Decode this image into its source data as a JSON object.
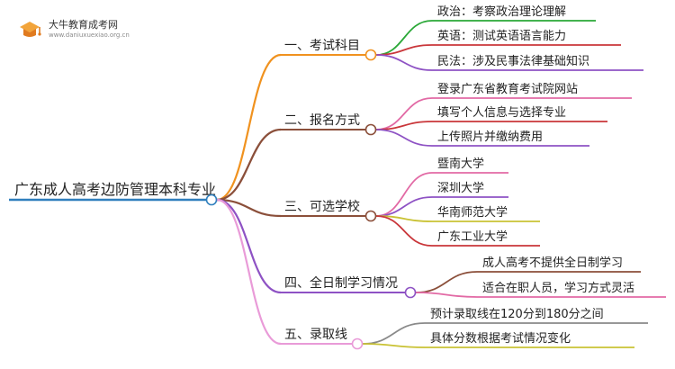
{
  "logo": {
    "title": "大牛教育成考网",
    "url": "www.daniuxuexiao.org.cn"
  },
  "root": {
    "label": "广东成人高考边防管理本科专业",
    "color": "#2f7fbd"
  },
  "branches": [
    {
      "label": "一、考试科目",
      "color": "#f0921f",
      "children": [
        {
          "label": "政治：考察政治理论理解",
          "color": "#2aa837"
        },
        {
          "label": "英语：测试英语语言能力",
          "color": "#c9363a"
        },
        {
          "label": "民法：涉及民事法律基础知识",
          "color": "#8e52c4"
        }
      ]
    },
    {
      "label": "二、报名方式",
      "color": "#8b4f3a",
      "children": [
        {
          "label": "登录广东省教育考试院网站",
          "color": "#e26aa5"
        },
        {
          "label": "填写个人信息与选择专业",
          "color": "#c9363a"
        },
        {
          "label": "上传照片并缴纳费用",
          "color": "#8e52c4"
        }
      ]
    },
    {
      "label": "三、可选学校",
      "color": "#8b4f3a",
      "children": [
        {
          "label": "暨南大学",
          "color": "#e26aa5"
        },
        {
          "label": "深圳大学",
          "color": "#8e52c4"
        },
        {
          "label": "华南师范大学",
          "color": "#c9c234"
        },
        {
          "label": "广东工业大学",
          "color": "#c9363a"
        }
      ]
    },
    {
      "label": "四、全日制学习情况",
      "color": "#8e52c4",
      "children": [
        {
          "label": "成人高考不提供全日制学习",
          "color": "#8b4f3a"
        },
        {
          "label": "适合在职人员，学习方式灵活",
          "color": "#e26aa5"
        }
      ]
    },
    {
      "label": "五、录取线",
      "color": "#e99bd8",
      "children": [
        {
          "label": "预计录取线在120分到180分之间",
          "color": "#8a8a8a"
        },
        {
          "label": "具体分数根据考试情况变化",
          "color": "#c9c234"
        }
      ]
    }
  ]
}
